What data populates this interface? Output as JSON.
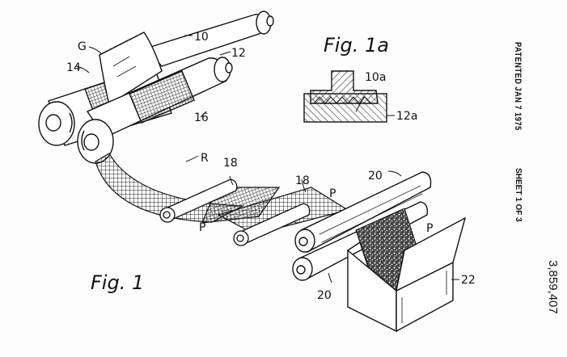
{
  "document": {
    "type": "patent drawing sheet",
    "header": {
      "patented": "PATENTED JAN 7 1975",
      "sheet": "SHEET 1 OF 3",
      "patent_number": "3,859,407"
    },
    "figures": [
      {
        "id": "fig1",
        "title": "Fig. 1"
      },
      {
        "id": "fig1a",
        "title": "Fig. 1a"
      }
    ],
    "reference_labels": {
      "G": "G",
      "r10": "10",
      "r12": "12",
      "r14": "14",
      "r16": "16",
      "R": "R",
      "r18a": "18",
      "r18b": "18",
      "Pa": "P",
      "Pb": "P",
      "Pc": "P",
      "r20a": "20",
      "r20b": "20",
      "r22": "22",
      "r10a": "10a",
      "r12a": "12a"
    }
  }
}
